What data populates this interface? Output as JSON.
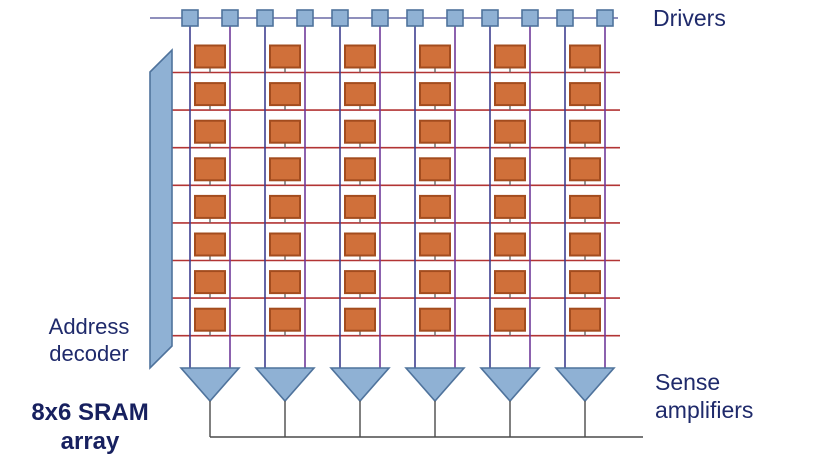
{
  "labels": {
    "drivers": "Drivers",
    "address_decoder": "Address\ndecoder",
    "sense_amplifiers": "Sense\namplifiers",
    "array_title": "8x6 SRAM\narray"
  },
  "grid": {
    "rows": 8,
    "cols": 6,
    "bitlines_per_column": 2,
    "driver_square_count": 12,
    "sense_amp_count": 6
  },
  "colors": {
    "background": "#ffffff",
    "cell_fill": "#d0703a",
    "cell_border": "#a34c1e",
    "blue_fill": "#8fb1d4",
    "blue_border": "#4f739c",
    "wordline": "#b23434",
    "bitline_left": "#3f3f8f",
    "bitline_right": "#703a9a",
    "top_rail": "#6a6aa5",
    "bus": "#4a4a4a",
    "stub": "#666666",
    "text": "#1f2a6b",
    "title_text": "#17205f"
  }
}
